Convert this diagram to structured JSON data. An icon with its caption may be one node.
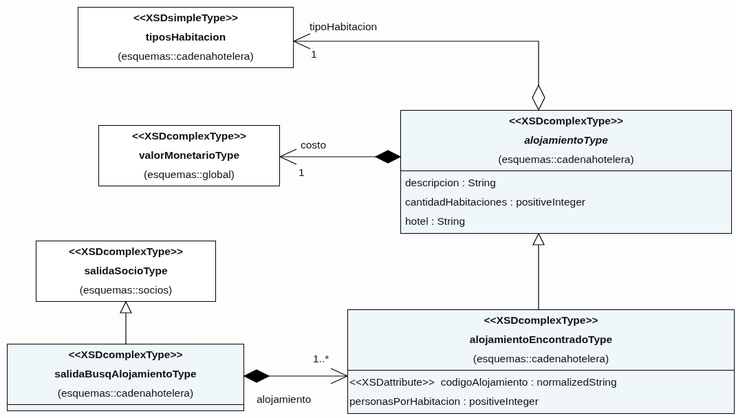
{
  "diagram": {
    "nodes": [
      {
        "text": [
          "<<XSDsimpleType>>",
          "tiposHabitacion",
          "(esquemas::cadenahotelera)"
        ]
      },
      {
        "text": [
          "<<XSDcomplexType>>",
          "valorMonetarioType",
          "(esquemas::global)"
        ]
      },
      {
        "text": [
          "<<XSDcomplexType>>",
          "alojamientoType",
          "(esquemas::cadenahotelera)",
          "descripcion : String",
          "cantidadHabitaciones : positiveInteger",
          "hotel : String"
        ]
      },
      {
        "text": [
          "<<XSDcomplexType>>",
          "salidaSocioType",
          "(esquemas::socios)"
        ]
      },
      {
        "text": [
          "<<XSDcomplexType>>",
          "salidaBusqAlojamientoType",
          "(esquemas::cadenahotelera)"
        ]
      },
      {
        "text": [
          "<<XSDcomplexType>>",
          "alojamientoEncontradoType",
          "(esquemas::cadenahotelera)",
          "<<XSDattribute>>  codigoAlojamiento : normalizedString",
          "personasPorHabitacion : positiveInteger"
        ]
      }
    ],
    "edges": [
      {
        "from": 2,
        "to": 0,
        "arrow": "to",
        "label": "tipoHabitacion"
      },
      {
        "from": 2,
        "to": 1,
        "arrow": "to",
        "label": "costo"
      },
      {
        "from": 5,
        "to": 2,
        "arrow": "to"
      },
      {
        "from": 4,
        "to": 3,
        "arrow": "to"
      },
      {
        "from": 4,
        "to": 5,
        "arrow": "to",
        "label": "alojamiento"
      }
    ],
    "labels": [
      "1",
      "1",
      "1..*"
    ]
  }
}
